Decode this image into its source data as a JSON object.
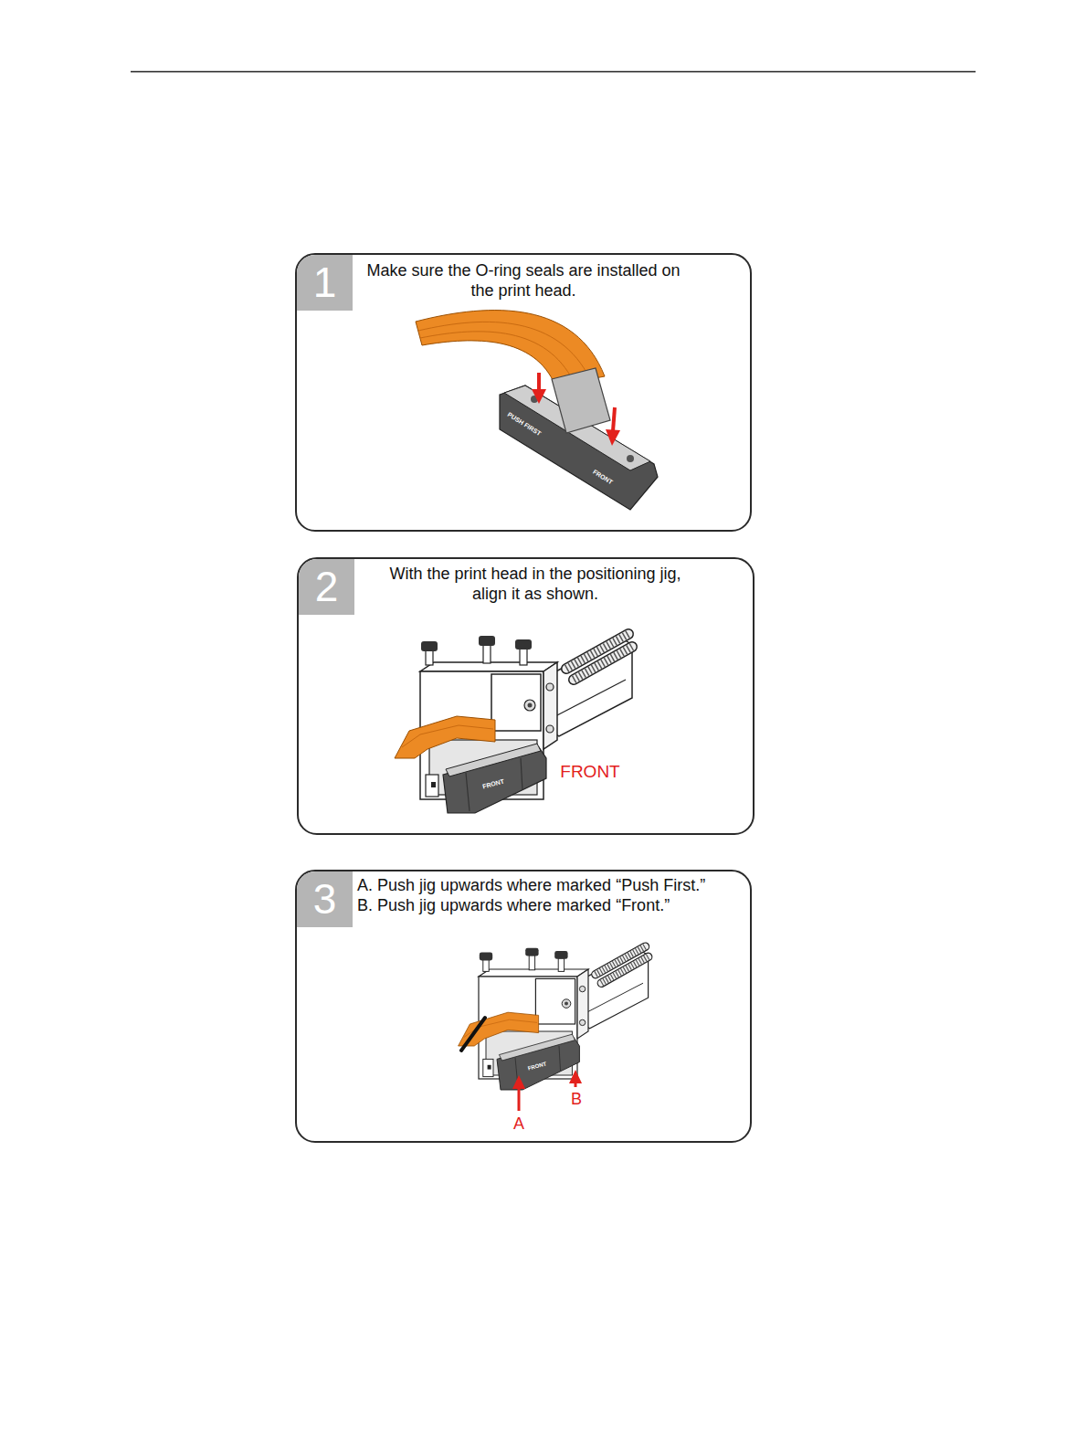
{
  "diagram": {
    "nodes": [
      {
        "text": [
          "Make sure the O-ring seals are installed on the print head."
        ]
      },
      {
        "text": [
          "1"
        ],
        "in": 0
      },
      {
        "text": [
          "With the print head in the positioning jig, align it as shown."
        ]
      },
      {
        "text": [
          "2"
        ],
        "in": 2
      },
      {
        "text": [
          "A. Push jig upwards where marked “Push First.”",
          "B. Push jig upwards where marked “Front.”"
        ]
      },
      {
        "text": [
          "3"
        ],
        "in": 4
      }
    ],
    "labels": [
      "PUSH FIRST",
      "FRONT",
      "FRONT",
      "FRONT",
      "FRONT",
      "A",
      "B"
    ]
  }
}
